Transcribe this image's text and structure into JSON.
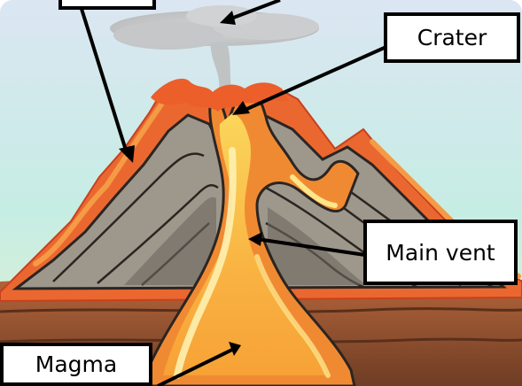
{
  "labels": {
    "crater": "Crater",
    "main_vent": "Main vent",
    "magma": "Magma"
  },
  "colors": {
    "sky_top": "#cfe3f0",
    "sky_bottom": "#bfe9e0",
    "ground_top": "#a2552f",
    "ground_bottom": "#6a3a22",
    "rock_light": "#a39c92",
    "rock_dark": "#68635c",
    "lava_outer": "#e8592b",
    "lava_mid": "#f7a53a",
    "lava_core": "#fde57a",
    "smoke": "#bdbdbd",
    "label_border": "#000000",
    "label_fill": "#ffffff"
  }
}
